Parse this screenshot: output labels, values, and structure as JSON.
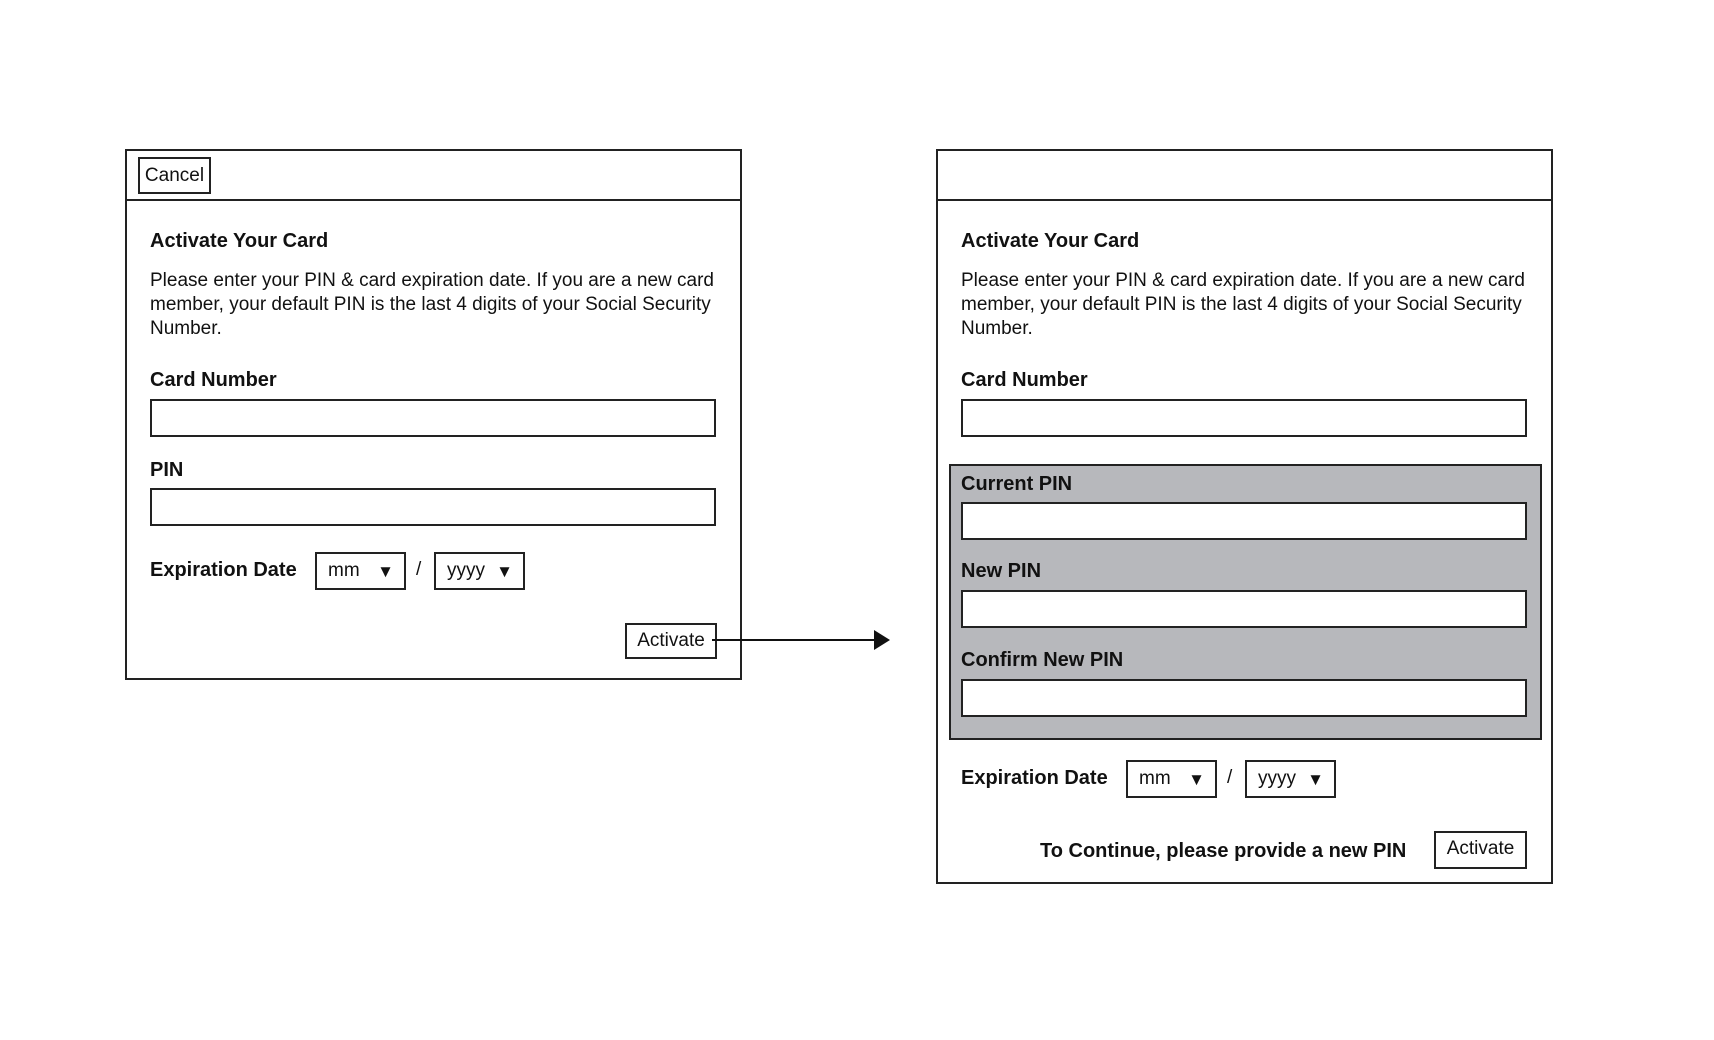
{
  "screen1": {
    "cancel_label": "Cancel",
    "title": "Activate Your Card",
    "description": "Please enter your PIN & card expiration date. If you are a new card member, your default PIN is the last 4 digits of your Social Security Number.",
    "card_number_label": "Card Number",
    "pin_label": "PIN",
    "expiration_label": "Expiration Date",
    "month_value": "mm",
    "year_value": "yyyy",
    "separator": "/",
    "activate_label": "Activate"
  },
  "screen2": {
    "title": "Activate Your Card",
    "description": "Please enter your PIN & card expiration date. If you are a new card member, your default PIN is the last 4 digits of your Social Security Number.",
    "card_number_label": "Card Number",
    "current_pin_label": "Current PIN",
    "new_pin_label": "New PIN",
    "confirm_pin_label": "Confirm New PIN",
    "expiration_label": "Expiration Date",
    "month_value": "mm",
    "year_value": "yyyy",
    "separator": "/",
    "continue_note": "To Continue, please provide a new PIN",
    "activate_label": "Activate"
  },
  "icons": {
    "dropdown": "triangle-down-icon",
    "arrow": "arrow-right-icon"
  },
  "colors": {
    "pin_panel_background": "#b7b8bc",
    "border": "#222222"
  }
}
